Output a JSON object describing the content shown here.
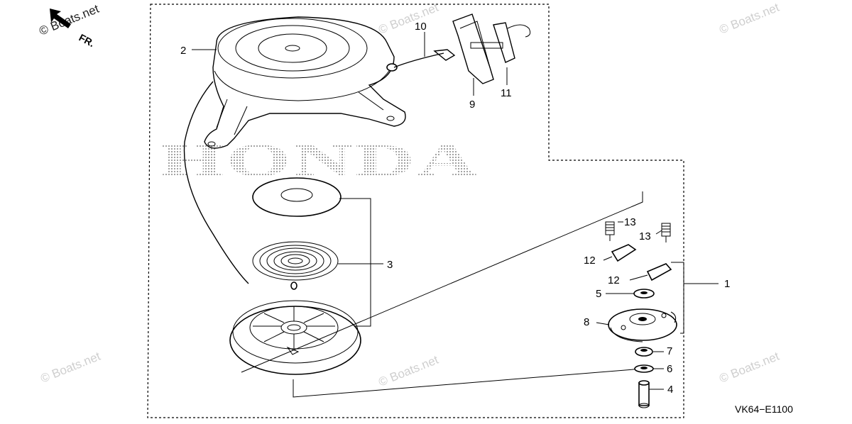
{
  "diagram": {
    "brand_text": "HONDA",
    "figure_code": "VK64−E1100",
    "front_marker": "FR.",
    "watermark_text": "© Boats.net",
    "callouts": [
      {
        "id": "c1",
        "text": "1"
      },
      {
        "id": "c2",
        "text": "2"
      },
      {
        "id": "c3",
        "text": "3"
      },
      {
        "id": "c4",
        "text": "4"
      },
      {
        "id": "c5",
        "text": "5"
      },
      {
        "id": "c6",
        "text": "6"
      },
      {
        "id": "c7",
        "text": "7"
      },
      {
        "id": "c8",
        "text": "8"
      },
      {
        "id": "c9",
        "text": "9"
      },
      {
        "id": "c10",
        "text": "10"
      },
      {
        "id": "c11",
        "text": "11"
      },
      {
        "id": "c12a",
        "text": "12"
      },
      {
        "id": "c12b",
        "text": "12"
      },
      {
        "id": "c13a",
        "text": "13"
      },
      {
        "id": "c13b",
        "text": "13"
      }
    ]
  }
}
